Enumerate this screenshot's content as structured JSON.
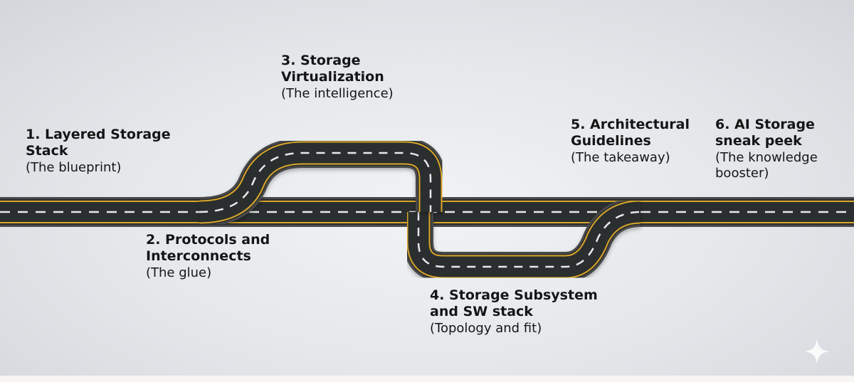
{
  "milestones": [
    {
      "title": "1. Layered Storage\nStack",
      "subtitle": "(The blueprint)"
    },
    {
      "title": "2. Protocols and\nInterconnects",
      "subtitle": " (The glue)"
    },
    {
      "title": "3. Storage\nVirtualization",
      "subtitle": "(The intelligence)"
    },
    {
      "title": "4. Storage Subsystem\nand SW stack",
      "subtitle": "(Topology and fit)"
    },
    {
      "title": "5. Architectural\nGuidelines",
      "subtitle": "(The takeaway)"
    },
    {
      "title": "6. AI Storage\nsneak peek",
      "subtitle": "(The  knowledge\nbooster)"
    }
  ],
  "colors": {
    "asphalt": "#2c2d2f",
    "road_edge": "#48494c",
    "center_line": "#e9e9e9",
    "edge_line": "#d9a62a"
  },
  "icons": {
    "corner": "sparkle-icon"
  }
}
